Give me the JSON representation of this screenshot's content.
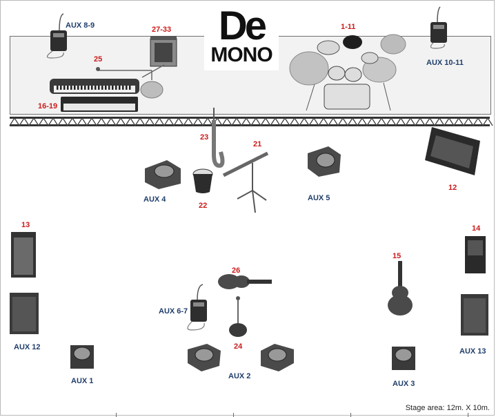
{
  "logo": {
    "line1": "De",
    "line2": "MONO"
  },
  "footer": "Stage area: 12m. X 10m.",
  "labels": {
    "aux_8_9": "AUX 8-9",
    "aux_10_11": "AUX 10-11",
    "ch_27_33": "27-33",
    "ch_1_11": "1-11",
    "ch_25": "25",
    "ch_16_19": "16-19",
    "ch_23": "23",
    "ch_21": "21",
    "aux_4": "AUX 4",
    "ch_22": "22",
    "aux_5": "AUX 5",
    "ch_12": "12",
    "ch_13": "13",
    "ch_14": "14",
    "ch_26": "26",
    "ch_15": "15",
    "aux_6_7": "AUX 6-7",
    "ch_24": "24",
    "aux_12": "AUX 12",
    "aux_13": "AUX 13",
    "aux_1": "AUX 1",
    "aux_2": "AUX 2",
    "aux_3": "AUX 3"
  },
  "colors": {
    "channel_label": "#cc1a1a",
    "aux_label": "#1f3d6b"
  }
}
